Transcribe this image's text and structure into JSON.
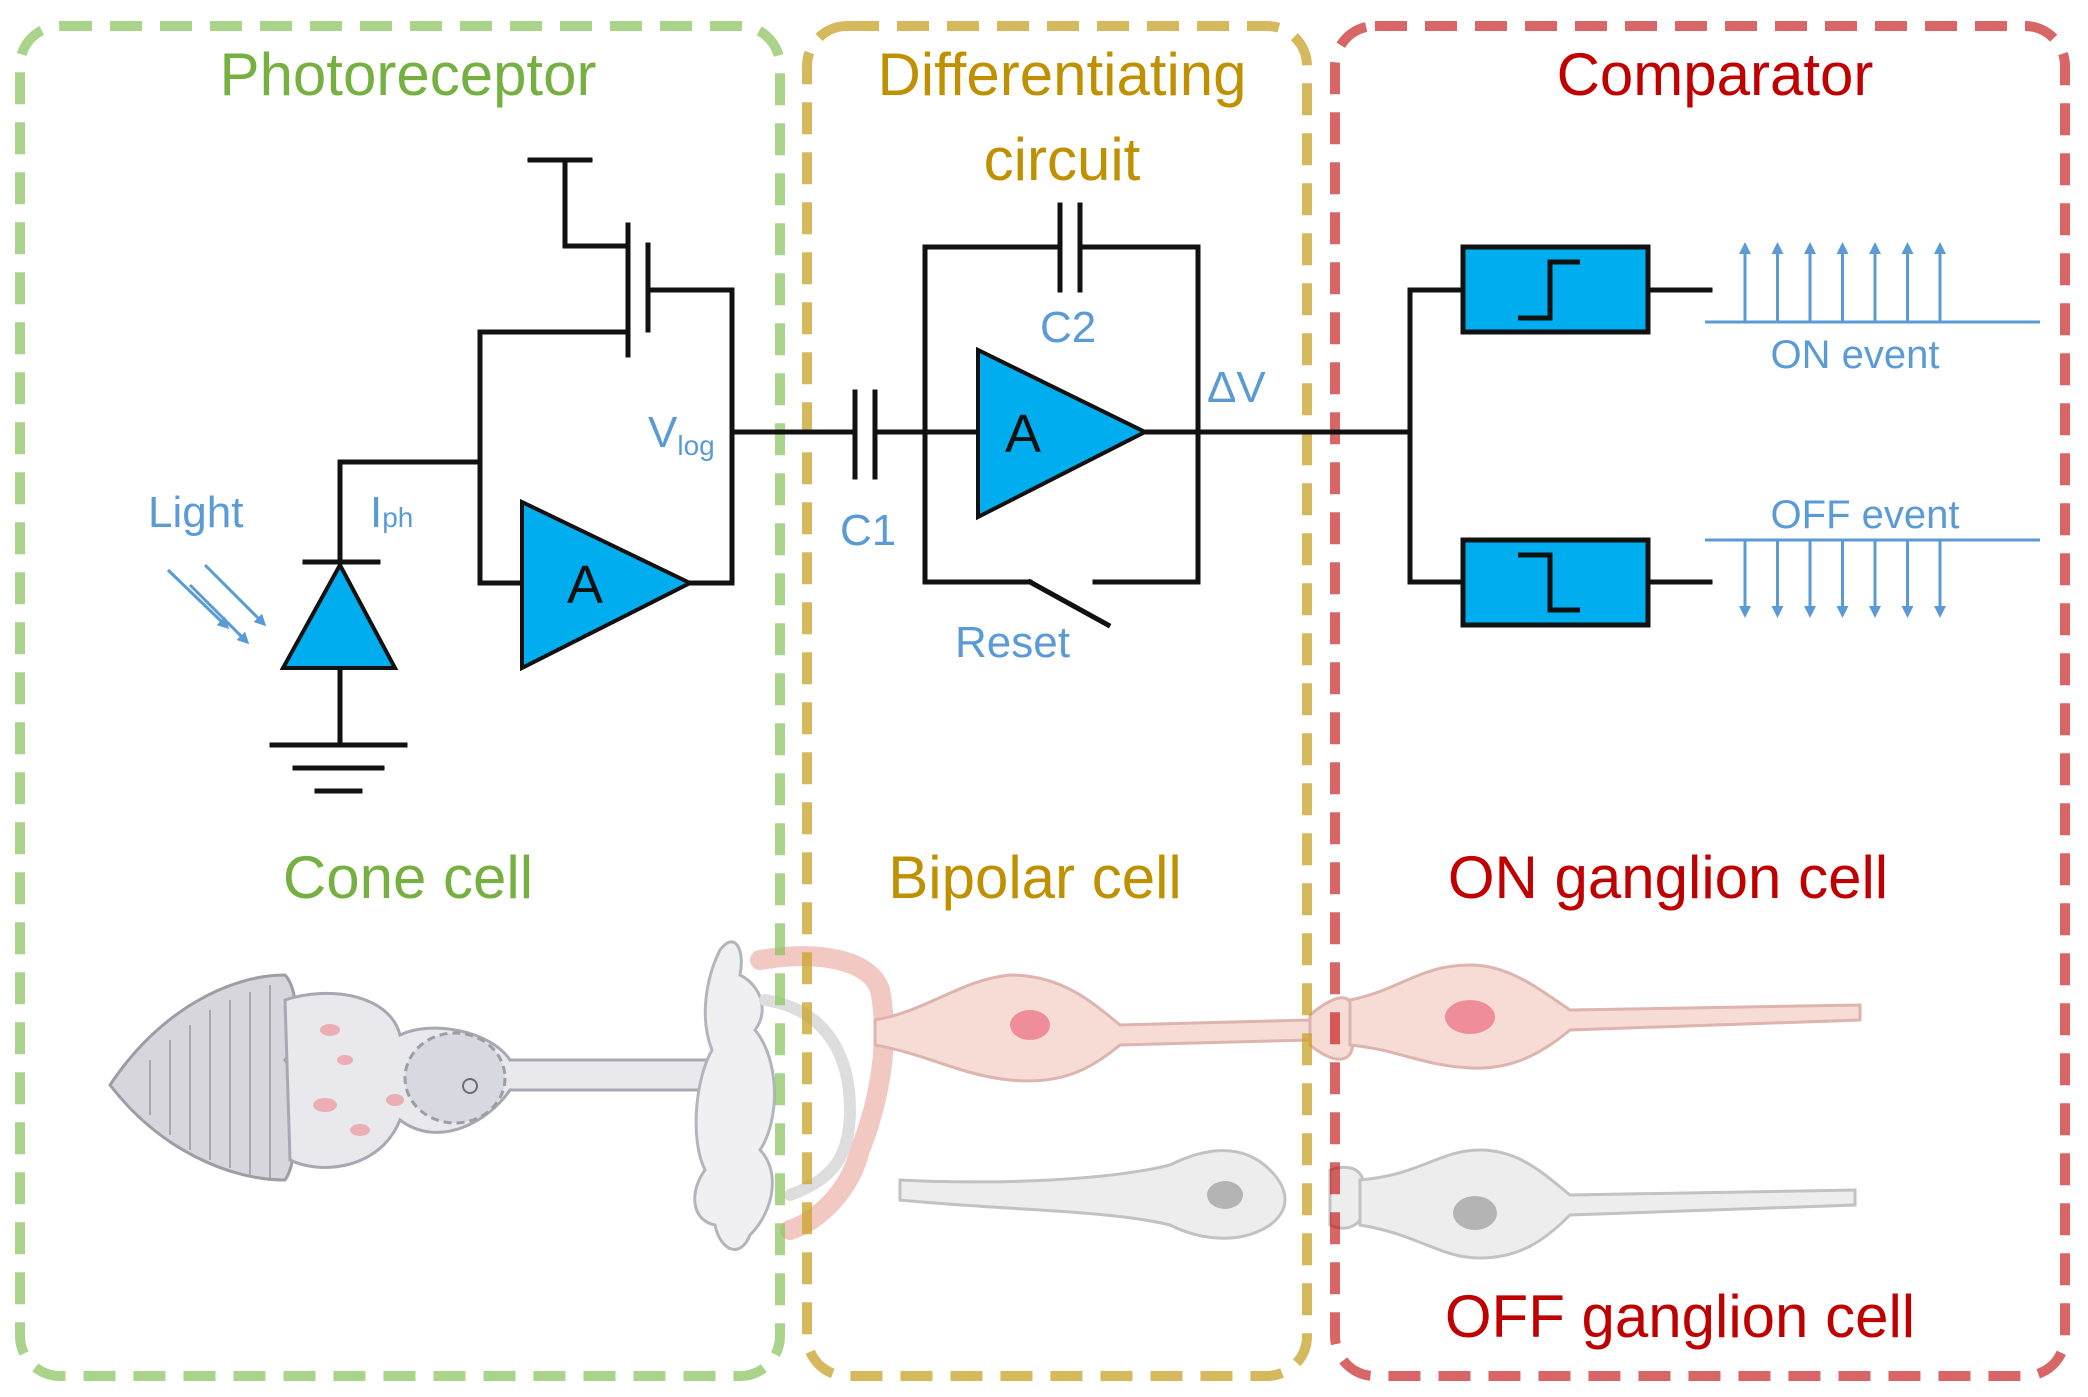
{
  "sections": {
    "photoreceptor": {
      "title": "Photoreceptor",
      "cell": "Cone cell"
    },
    "differentiating": {
      "title_line1": "Differentiating",
      "title_line2": "circuit",
      "cell": "Bipolar cell"
    },
    "comparator": {
      "title": "Comparator",
      "cell_on": "ON ganglion cell",
      "cell_off": "OFF ganglion cell"
    }
  },
  "circuit_labels": {
    "light": "Light",
    "iph_main": "I",
    "iph_sub": "ph",
    "vlog_main": "V",
    "vlog_sub": "log",
    "amp1": "A",
    "amp2": "A",
    "c1": "C1",
    "c2": "C2",
    "delta_v": "ΔV",
    "reset": "Reset",
    "on_event": "ON event",
    "off_event": "OFF event"
  },
  "event_arrow_count": 7,
  "colors": {
    "photoreceptor": "#8dc464",
    "differentiating": "#c9a227",
    "comparator": "#c00000",
    "label_blue": "#5b9bd5",
    "component_fill": "#00aeef",
    "wire": "#111111",
    "cone_body": "#c8c8d0",
    "on_pathway": "#f2c6c0",
    "off_pathway": "#d6d6d6"
  }
}
